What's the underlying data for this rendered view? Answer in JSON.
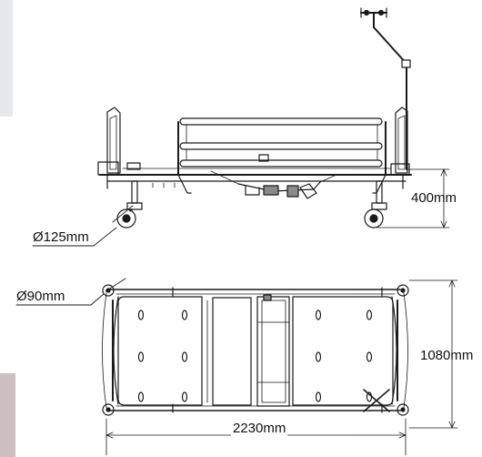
{
  "side_view": {
    "height_label": "400mm",
    "castor_label": "Ø125mm"
  },
  "top_view": {
    "castor_label": "Ø90mm",
    "width_label": "1080mm",
    "length_label": "2230mm"
  },
  "colors": {
    "line": "#1a1a1a",
    "tab_top": "#e5e7ec",
    "tab_bottom": "#cdbfc2",
    "mid_gray": "#8a8a8a"
  }
}
